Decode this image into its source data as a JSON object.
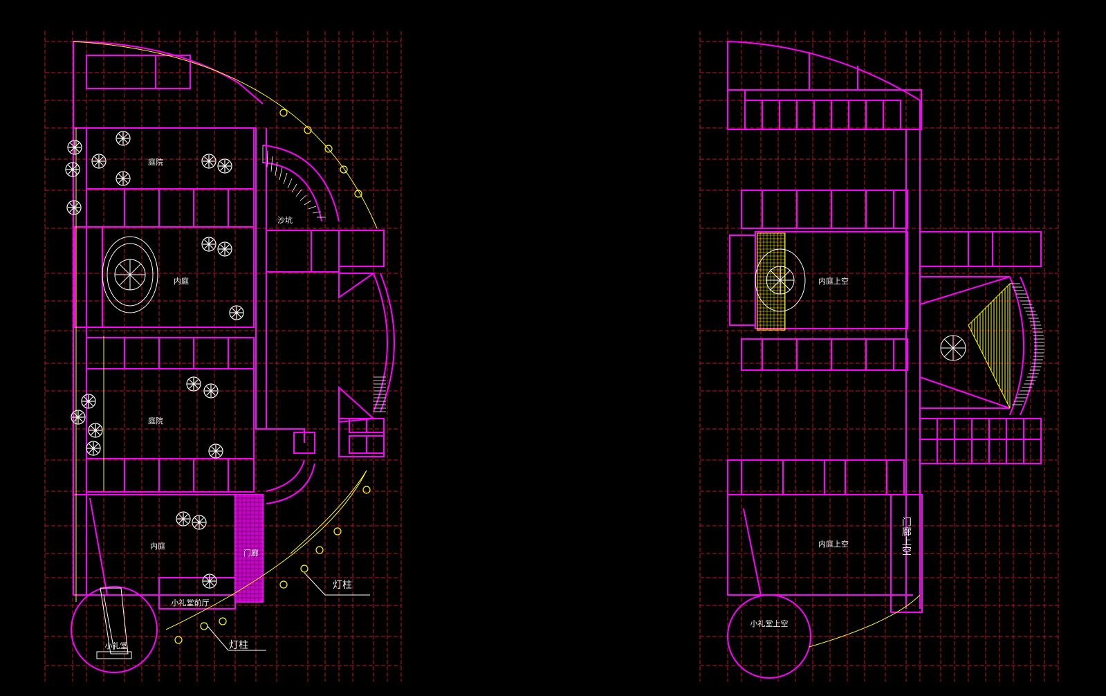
{
  "drawing": {
    "background": "#000000",
    "colors": {
      "grid": "#c8102e",
      "walls": "#ff00ff",
      "detail": "#ffff00",
      "text": "#ffffff",
      "lines_white": "#ffffff",
      "green_mark": "#00ff00"
    }
  },
  "plan_left": {
    "labels": {
      "courtyard_top": "庭院",
      "courtyard_mid": "庭院",
      "inner_court": "内庭",
      "inner_court_bottom": "内庭",
      "sandpit": "沙坑",
      "porch": "门廊",
      "small_hall": "小礼堂",
      "small_hall_foyer": "小礼堂前厅",
      "lamp_post_1": "灯柱",
      "lamp_post_2": "灯柱"
    }
  },
  "plan_right": {
    "labels": {
      "inner_court_void": "内庭上空",
      "inner_court_void_bottom": "内庭上空",
      "porch_void": "门廊上空",
      "small_hall_void": "小礼堂上空"
    }
  }
}
